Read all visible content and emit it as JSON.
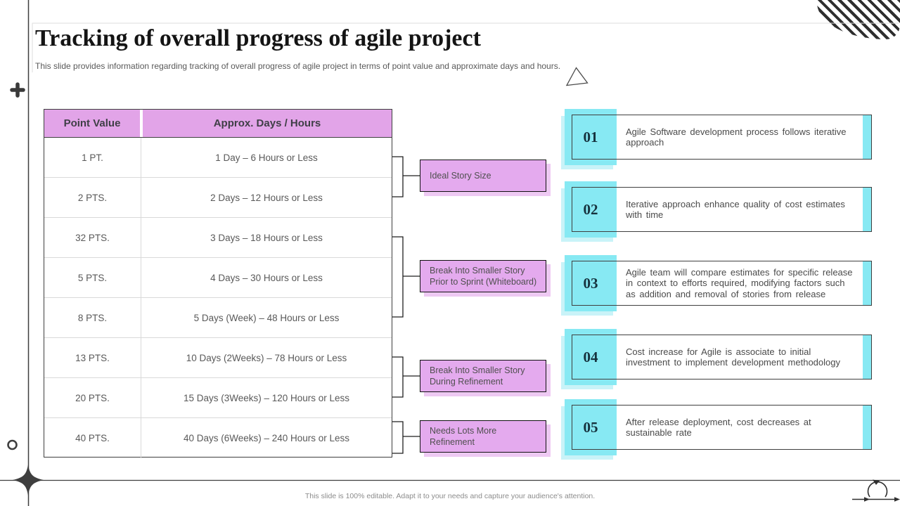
{
  "slide": {
    "title": "Tracking of overall progress of agile project",
    "subtitle": "This slide provides information regarding tracking of overall progress of agile project in terms of point value and approximate days and hours.",
    "footer_note": "This slide is 100% editable.  Adapt it to your needs and capture your audience's attention."
  },
  "table": {
    "headers": {
      "col1": "Point Value",
      "col2": "Approx. Days / Hours"
    },
    "rows": [
      {
        "points": "1 PT.",
        "duration": "1 Day – 6 Hours or Less"
      },
      {
        "points": "2 PTS.",
        "duration": "2 Days – 12 Hours or Less"
      },
      {
        "points": "32 PTS.",
        "duration": "3 Days – 18 Hours or Less"
      },
      {
        "points": "5 PTS.",
        "duration": "4 Days – 30 Hours or Less"
      },
      {
        "points": "8 PTS.",
        "duration": "5 Days (Week) – 48 Hours or Less"
      },
      {
        "points": "13 PTS.",
        "duration": "10 Days (2Weeks) – 78 Hours or Less"
      },
      {
        "points": "20 PTS.",
        "duration": "15 Days (3Weeks) – 120 Hours or Less"
      },
      {
        "points": "40 PTS.",
        "duration": "40 Days (6Weeks) – 240 Hours or Less"
      }
    ]
  },
  "callouts": [
    {
      "label": "Ideal Story Size"
    },
    {
      "label": "Break Into Smaller Story Prior to Sprint (Whiteboard)"
    },
    {
      "label": "Break Into Smaller Story During Refinement"
    },
    {
      "label": "Needs Lots More Refinement"
    }
  ],
  "steps": [
    {
      "number": "01",
      "text": "Agile Software development process follows iterative approach"
    },
    {
      "number": "02",
      "text": "Iterative approach enhance quality of cost estimates with time"
    },
    {
      "number": "03",
      "text": "Agile team will compare estimates for specific release in context to efforts required, modifying factors such as addition and removal of stories from release"
    },
    {
      "number": "04",
      "text": "Cost increase for Agile is associate to initial investment to implement development methodology"
    },
    {
      "number": "05",
      "text": "After release deployment, cost decreases at sustainable rate"
    }
  ],
  "colors": {
    "accent_purple": "#e2a4e8",
    "purple_shadow": "#eec9f3",
    "accent_cyan": "#87e9f3",
    "cyan_shadow": "#c9f3f8",
    "table_text": "#595959",
    "line_dark": "#3f3f3f"
  }
}
